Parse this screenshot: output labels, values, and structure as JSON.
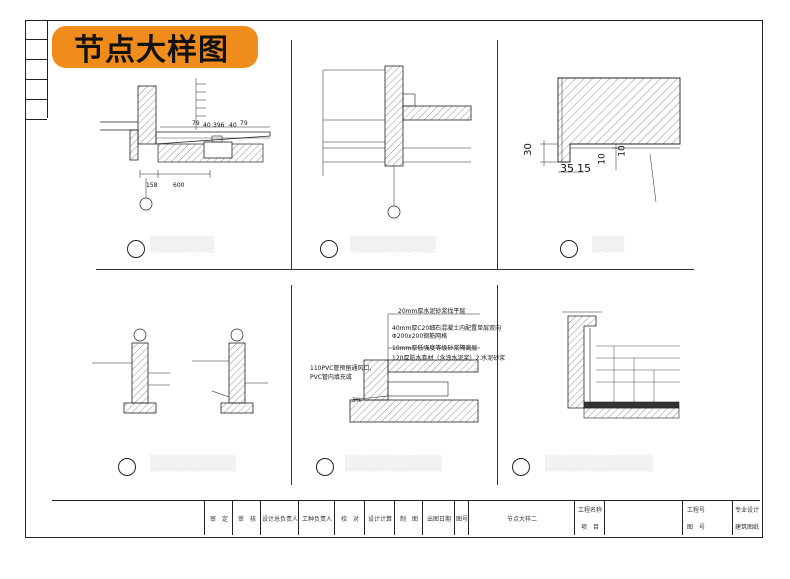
{
  "banner": {
    "title": "节点大样图"
  },
  "left_strip": {
    "rows": [
      "",
      "",
      "",
      "",
      ""
    ]
  },
  "panels": {
    "p1": {
      "dims": [
        "79",
        "40",
        "396",
        "40",
        "79"
      ],
      "dim_bottom": [
        "158",
        "600"
      ]
    },
    "p3": {
      "dims": [
        "30",
        "10",
        "10",
        "35",
        "15"
      ]
    },
    "p5": {
      "notes": [
        "20mm厚水泥砂浆找平层",
        "40mm厚C20细石混凝土内配置单层双向",
        "Φ200x200钢筋网格",
        "10mm厚低强度等级砂浆隔离层",
        "120厚防水卷材（含涂水泥浆）2.水泥砂浆"
      ],
      "pipe_note": [
        "110PVC管预留通风口,",
        "PVC管内填充或"
      ],
      "slope": "3%"
    }
  },
  "titleblock": {
    "cells": [
      "审　定",
      "审　核",
      "设计总负责人",
      "工种负责人",
      "校　对",
      "设计计算",
      "制　图",
      "出图日期",
      "图号"
    ],
    "drawing_name": "节点大样二",
    "project_name_label": "工程名称",
    "item_label": "项　目",
    "drawing_no_label": "工程号",
    "page_label": "图　号",
    "right_top": "专业设计",
    "right_bottom": "建筑图纸"
  }
}
